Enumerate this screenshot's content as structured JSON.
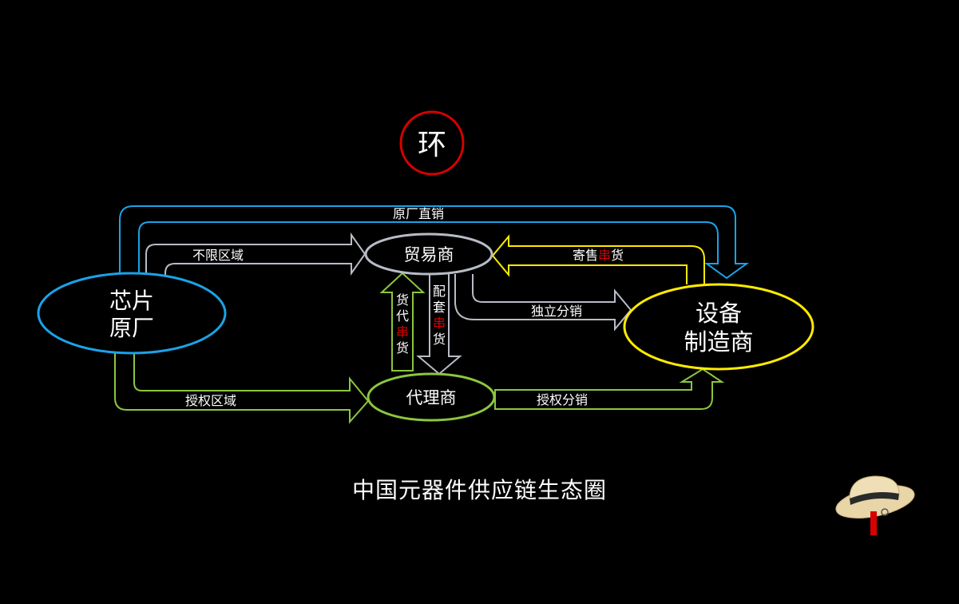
{
  "colors": {
    "background": "#000000",
    "blue": "#1aa3e8",
    "grey": "#b8bcc6",
    "yellow": "#ffeb00",
    "green": "#8cc63f",
    "red": "#d80000",
    "text": "#ffffff"
  },
  "badge": {
    "text": "环"
  },
  "nodes": {
    "chip_line1": "芯片",
    "chip_line2": "原厂",
    "trader": "贸易商",
    "agent": "代理商",
    "device_line1": "设备",
    "device_line2": "制造商"
  },
  "edges": {
    "direct": "原厂直销",
    "unlimited": "不限区域",
    "consign_a": "寄售",
    "consign_b": "串",
    "consign_c": "货",
    "independent": "独立分销",
    "authorized_area": "授权区域",
    "authorized_dist": "授权分销",
    "up_1": "货",
    "up_2": "代",
    "up_3": "串",
    "up_4": "货",
    "down_1": "配",
    "down_2": "套",
    "down_3": "串",
    "down_4": "货"
  },
  "caption": "中国元器件供应链生态圈",
  "watermark_icon": "straw-hat-logo"
}
